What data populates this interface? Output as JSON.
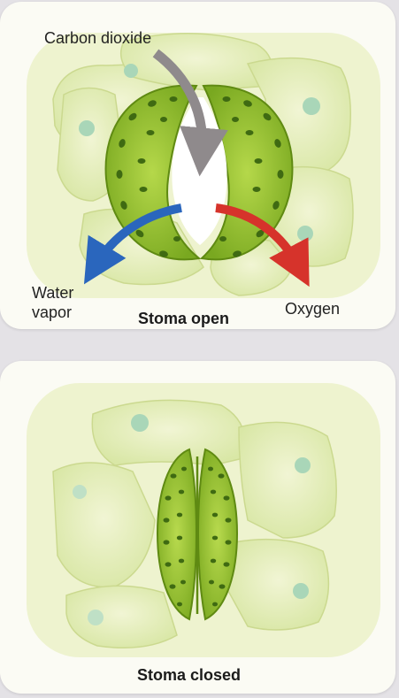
{
  "panels": {
    "open": {
      "caption": "Stoma open",
      "labels": {
        "carbon_dioxide": "Carbon dioxide",
        "water_vapor_line1": "Water",
        "water_vapor_line2": "vapor",
        "oxygen": "Oxygen"
      }
    },
    "closed": {
      "caption": "Stoma closed"
    }
  },
  "colors": {
    "carbon_dioxide_arrow": "#8f8a8c",
    "water_vapor_arrow": "#2a66bd",
    "oxygen_arrow": "#d6332b",
    "guard_cell": "#8fbd2a",
    "epidermal_cell": "#e6efbf",
    "chloroplast": "#3f6a12"
  }
}
